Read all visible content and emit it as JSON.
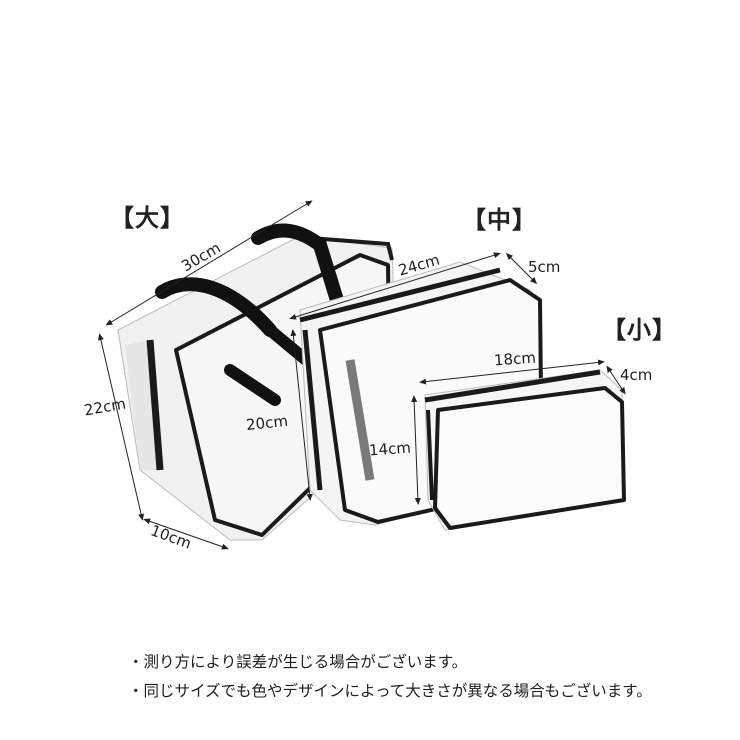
{
  "product": {
    "sizes": [
      {
        "label": "【大】",
        "width": "30cm",
        "height": "22cm",
        "depth": "10cm"
      },
      {
        "label": "【中】",
        "width": "24cm",
        "height": "20cm",
        "depth": "5cm"
      },
      {
        "label": "【小】",
        "width": "18cm",
        "height": "14cm",
        "depth": "4cm"
      }
    ]
  },
  "notes": [
    "・測り方により誤差が生じる場合がございます。",
    "・同じサイズでも色やデザインによって大きさが異なる場合もございます。"
  ],
  "colors": {
    "background": "#ffffff",
    "trim": "#1a1a1a",
    "text": "#222222"
  }
}
